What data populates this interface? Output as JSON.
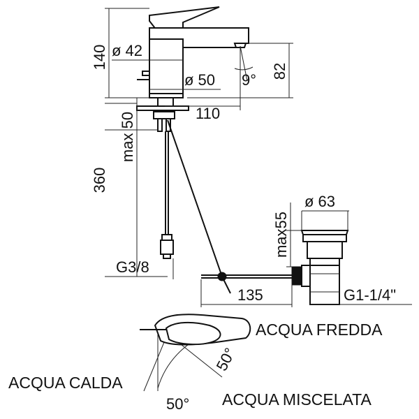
{
  "dimensions": {
    "height_total": "140",
    "body_diameter": "ø 42",
    "base_diameter": "ø 50",
    "spout_angle": "9°",
    "spout_height": "82",
    "spout_reach": "110",
    "max_deck": "max 50",
    "hose_length": "360",
    "hose_thread": "G3/8",
    "drain_diameter": "ø 63",
    "drain_max": "max55",
    "rod_length": "135",
    "drain_thread": "G1-1/4\""
  },
  "lever": {
    "cold": "ACQUA FREDDA",
    "hot": "ACQUA CALDA",
    "mixed": "ACQUA MISCELATA",
    "angle_right": "50°",
    "angle_left": "50°"
  },
  "colors": {
    "line": "#111111",
    "background": "#ffffff"
  }
}
